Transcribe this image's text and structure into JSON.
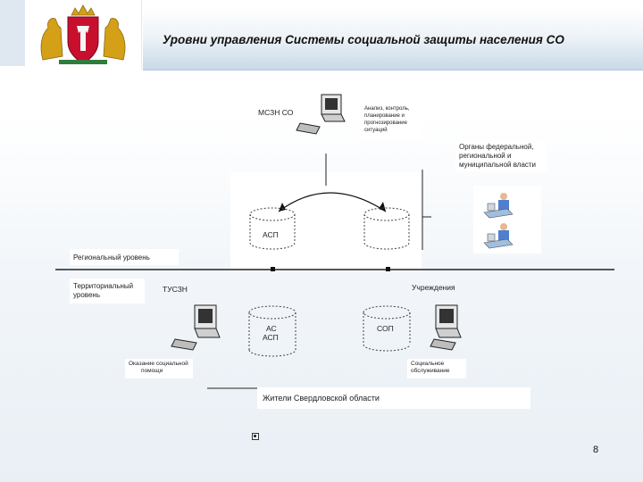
{
  "header": {
    "title": "Уровни управления Системы социальной защиты населения СО"
  },
  "diagram": {
    "top_node": {
      "label": "МСЗН СО",
      "note_lines": [
        "Анализ, контроль,",
        "планирование и",
        "прогнозирование",
        "ситуаций"
      ]
    },
    "authorities": {
      "lines": [
        "Органы федеральной,",
        "региональной и",
        "муниципальной власти"
      ]
    },
    "db_left_label": "АСП",
    "levels": {
      "regional": "Региональный уровень",
      "territorial_lines": [
        "Территориальный",
        "уровень"
      ]
    },
    "tusz_label": "ТУСЗН",
    "institutions_label": "Учреждения",
    "db_ac_lines": [
      "АС",
      "АСП"
    ],
    "db_sop_label": "СОП",
    "left_caption_lines": [
      "Оказание социальной",
      "помощи"
    ],
    "right_caption_lines": [
      "Социальное",
      "обслуживание"
    ],
    "residents": "Жители Свердловской области"
  },
  "page_number": "8",
  "colors": {
    "header_band": "#c9d9e8",
    "coat_red": "#c8102e",
    "coat_gold": "#d4a017"
  }
}
